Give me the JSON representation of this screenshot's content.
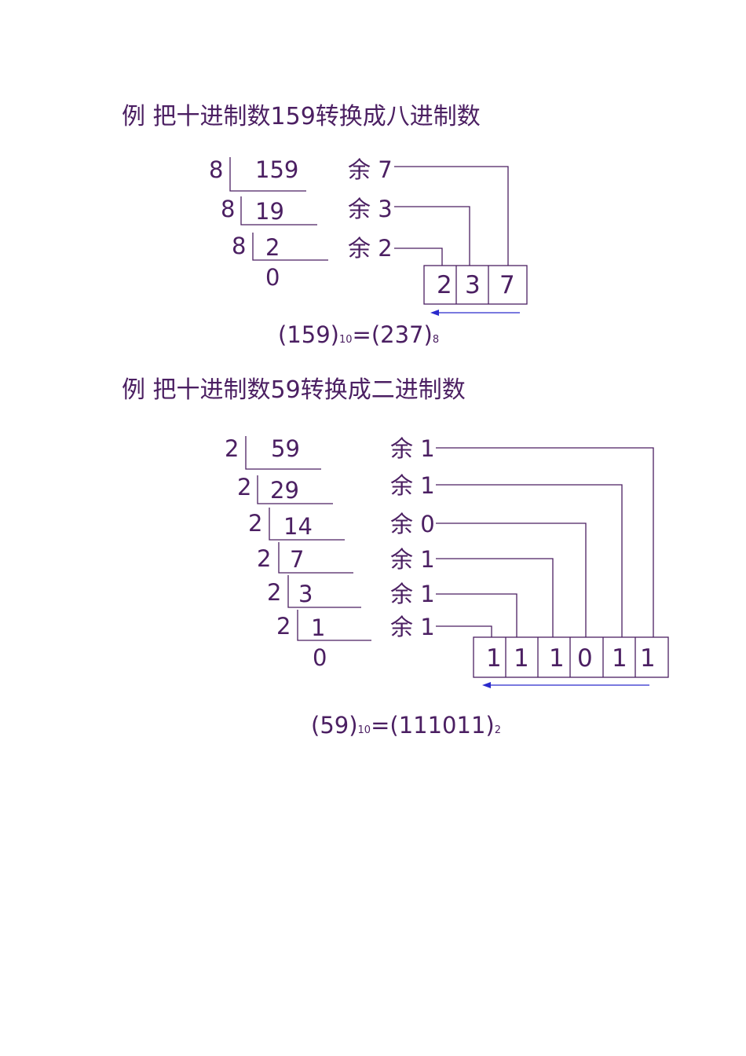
{
  "colors": {
    "text": "#4b1f62",
    "lines": "#4b1f62",
    "arrow": "#2a2acc"
  },
  "ex1": {
    "title": "例  把十进制数159转换成八进制数",
    "steps": [
      {
        "divisor": "8",
        "dividend": "159"
      },
      {
        "divisor": "8",
        "dividend": "19"
      },
      {
        "divisor": "8",
        "dividend": "2"
      }
    ],
    "final_quotient": "0",
    "remainders": [
      "余 7",
      "余 3",
      "余 2"
    ],
    "digits": [
      "2",
      "3",
      "7"
    ],
    "result": {
      "lhs": "(159)",
      "lhs_base": "10",
      "rhs": "=(237)",
      "rhs_base": "8"
    }
  },
  "ex2": {
    "title": "例  把十进制数59转换成二进制数",
    "steps": [
      {
        "divisor": "2",
        "dividend": "59"
      },
      {
        "divisor": "2",
        "dividend": "29"
      },
      {
        "divisor": "2",
        "dividend": "14"
      },
      {
        "divisor": "2",
        "dividend": "7"
      },
      {
        "divisor": "2",
        "dividend": "3"
      },
      {
        "divisor": "2",
        "dividend": "1"
      }
    ],
    "final_quotient": "0",
    "remainders": [
      "余 1",
      "余 1",
      "余 0",
      "余 1",
      "余 1",
      "余 1"
    ],
    "digits": [
      "1",
      "1",
      "1",
      "0",
      "1",
      "1"
    ],
    "result": {
      "lhs": "(59)",
      "lhs_base": "10",
      "rhs": "=(111011)",
      "rhs_base": "2"
    }
  }
}
